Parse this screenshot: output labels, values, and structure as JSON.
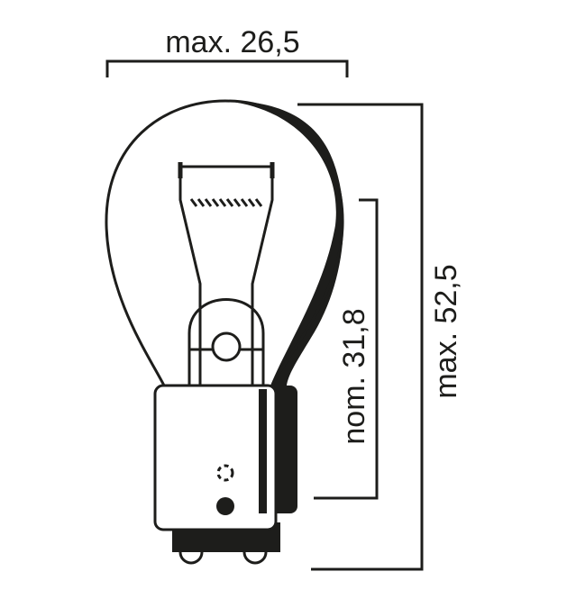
{
  "diagram": {
    "dimensions": {
      "width_label": "max. 26,5",
      "total_height_label": "max. 52,5",
      "light_center_label": "nom. 31,8"
    },
    "colors": {
      "ink": "#1d1d1b",
      "background": "#ffffff"
    }
  }
}
